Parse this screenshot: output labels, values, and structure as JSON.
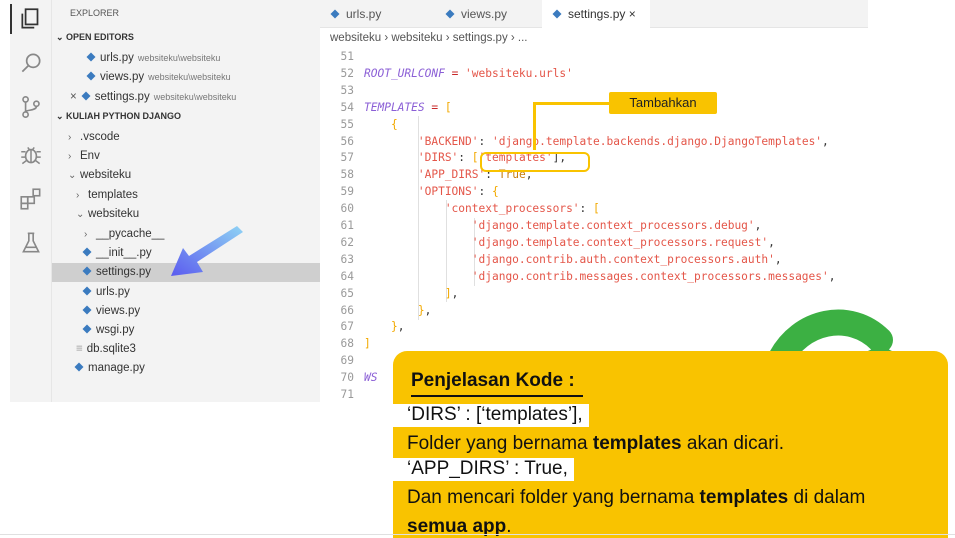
{
  "explorer": {
    "header": "EXPLORER",
    "open_editors_label": "OPEN EDITORS",
    "open_editors": [
      {
        "name": "urls.py",
        "path": "websiteku\\websiteku",
        "close": ""
      },
      {
        "name": "views.py",
        "path": "websiteku\\websiteku",
        "close": ""
      },
      {
        "name": "settings.py",
        "path": "websiteku\\websiteku",
        "close": "×"
      }
    ],
    "project_label": "KULIAH PYTHON DJANGO",
    "tree": [
      {
        "chev": "›",
        "name": ".vscode"
      },
      {
        "chev": "›",
        "name": "Env"
      },
      {
        "chev": "⌄",
        "name": "websiteku"
      },
      {
        "chev": "›",
        "name": "templates"
      },
      {
        "chev": "⌄",
        "name": "websiteku"
      },
      {
        "chev": "›",
        "name": "__pycache__"
      },
      {
        "chev": "",
        "name": "__init__.py"
      },
      {
        "chev": "",
        "name": "settings.py"
      },
      {
        "chev": "",
        "name": "urls.py"
      },
      {
        "chev": "",
        "name": "views.py"
      },
      {
        "chev": "",
        "name": "wsgi.py"
      },
      {
        "chev": "",
        "name": "db.sqlite3"
      },
      {
        "chev": "",
        "name": "manage.py"
      }
    ]
  },
  "tabs": [
    {
      "label": "urls.py"
    },
    {
      "label": "views.py"
    },
    {
      "label": "settings.py",
      "close": "×"
    }
  ],
  "breadcrumb": "websiteku › websiteku › settings.py › ...",
  "code_lines": [
    {
      "num": "51",
      "parts": []
    },
    {
      "num": "52",
      "parts": [
        {
          "t": "ROOT_URLCONF",
          "c": "name"
        },
        {
          "t": " = ",
          "c": "op"
        },
        {
          "t": "'websiteku.urls'",
          "c": "str"
        }
      ]
    },
    {
      "num": "53",
      "parts": []
    },
    {
      "num": "54",
      "parts": [
        {
          "t": "TEMPLATES",
          "c": "name"
        },
        {
          "t": " = ",
          "c": "op"
        },
        {
          "t": "[",
          "c": "br"
        }
      ]
    },
    {
      "num": "55",
      "parts": [
        {
          "t": "    {",
          "c": "br"
        }
      ]
    },
    {
      "num": "56",
      "parts": [
        {
          "t": "        'BACKEND'",
          "c": "str"
        },
        {
          "t": ": ",
          "c": "plain"
        },
        {
          "t": "'django.template.backends.django.DjangoTemplates'",
          "c": "str"
        },
        {
          "t": ",",
          "c": "plain"
        }
      ]
    },
    {
      "num": "57",
      "parts": [
        {
          "t": "        'DIRS'",
          "c": "str"
        },
        {
          "t": ": ",
          "c": "plain"
        },
        {
          "t": "[",
          "c": "br"
        },
        {
          "t": "'templates'",
          "c": "str"
        },
        {
          "t": "],",
          "c": "plain"
        }
      ]
    },
    {
      "num": "58",
      "parts": [
        {
          "t": "        'APP_DIRS'",
          "c": "str"
        },
        {
          "t": ": ",
          "c": "plain"
        },
        {
          "t": "True",
          "c": "kw"
        },
        {
          "t": ",",
          "c": "plain"
        }
      ]
    },
    {
      "num": "59",
      "parts": [
        {
          "t": "        'OPTIONS'",
          "c": "str"
        },
        {
          "t": ": ",
          "c": "plain"
        },
        {
          "t": "{",
          "c": "br"
        }
      ]
    },
    {
      "num": "60",
      "parts": [
        {
          "t": "            'context_processors'",
          "c": "str"
        },
        {
          "t": ": ",
          "c": "plain"
        },
        {
          "t": "[",
          "c": "br"
        }
      ]
    },
    {
      "num": "61",
      "parts": [
        {
          "t": "                'django.template.context_processors.debug'",
          "c": "str"
        },
        {
          "t": ",",
          "c": "plain"
        }
      ]
    },
    {
      "num": "62",
      "parts": [
        {
          "t": "                'django.template.context_processors.request'",
          "c": "str"
        },
        {
          "t": ",",
          "c": "plain"
        }
      ]
    },
    {
      "num": "63",
      "parts": [
        {
          "t": "                'django.contrib.auth.context_processors.auth'",
          "c": "str"
        },
        {
          "t": ",",
          "c": "plain"
        }
      ]
    },
    {
      "num": "64",
      "parts": [
        {
          "t": "                'django.contrib.messages.context_processors.messages'",
          "c": "str"
        },
        {
          "t": ",",
          "c": "plain"
        }
      ]
    },
    {
      "num": "65",
      "parts": [
        {
          "t": "            ]",
          "c": "br"
        },
        {
          "t": ",",
          "c": "plain"
        }
      ]
    },
    {
      "num": "66",
      "parts": [
        {
          "t": "        }",
          "c": "br"
        },
        {
          "t": ",",
          "c": "plain"
        }
      ]
    },
    {
      "num": "67",
      "parts": [
        {
          "t": "    }",
          "c": "br"
        },
        {
          "t": ",",
          "c": "plain"
        }
      ]
    },
    {
      "num": "68",
      "parts": [
        {
          "t": "]",
          "c": "br"
        }
      ]
    },
    {
      "num": "69",
      "parts": []
    },
    {
      "num": "70",
      "parts": [
        {
          "t": "WS",
          "c": "name"
        }
      ]
    },
    {
      "num": "71",
      "parts": []
    }
  ],
  "annotation": {
    "label": "Tambahkan"
  },
  "card": {
    "title": "Penjelasan Kode :",
    "line1": "‘DIRS’ : [‘templates’],",
    "line2_pre": "Folder yang bernama ",
    "line2_bold": "templates",
    "line2_post": " akan dicari.",
    "line3": "‘APP_DIRS’ : True,",
    "line4_pre": "Dan mencari folder yang bernama ",
    "line4_bold": "templates",
    "line4_post": " di dalam",
    "line5_bold": "semua app",
    "line5_post": "."
  },
  "colors": {
    "accent": "#f9c300",
    "python_icon": "#3b7bbf",
    "snake": "#3cb043",
    "arrow": "#5b8def"
  }
}
